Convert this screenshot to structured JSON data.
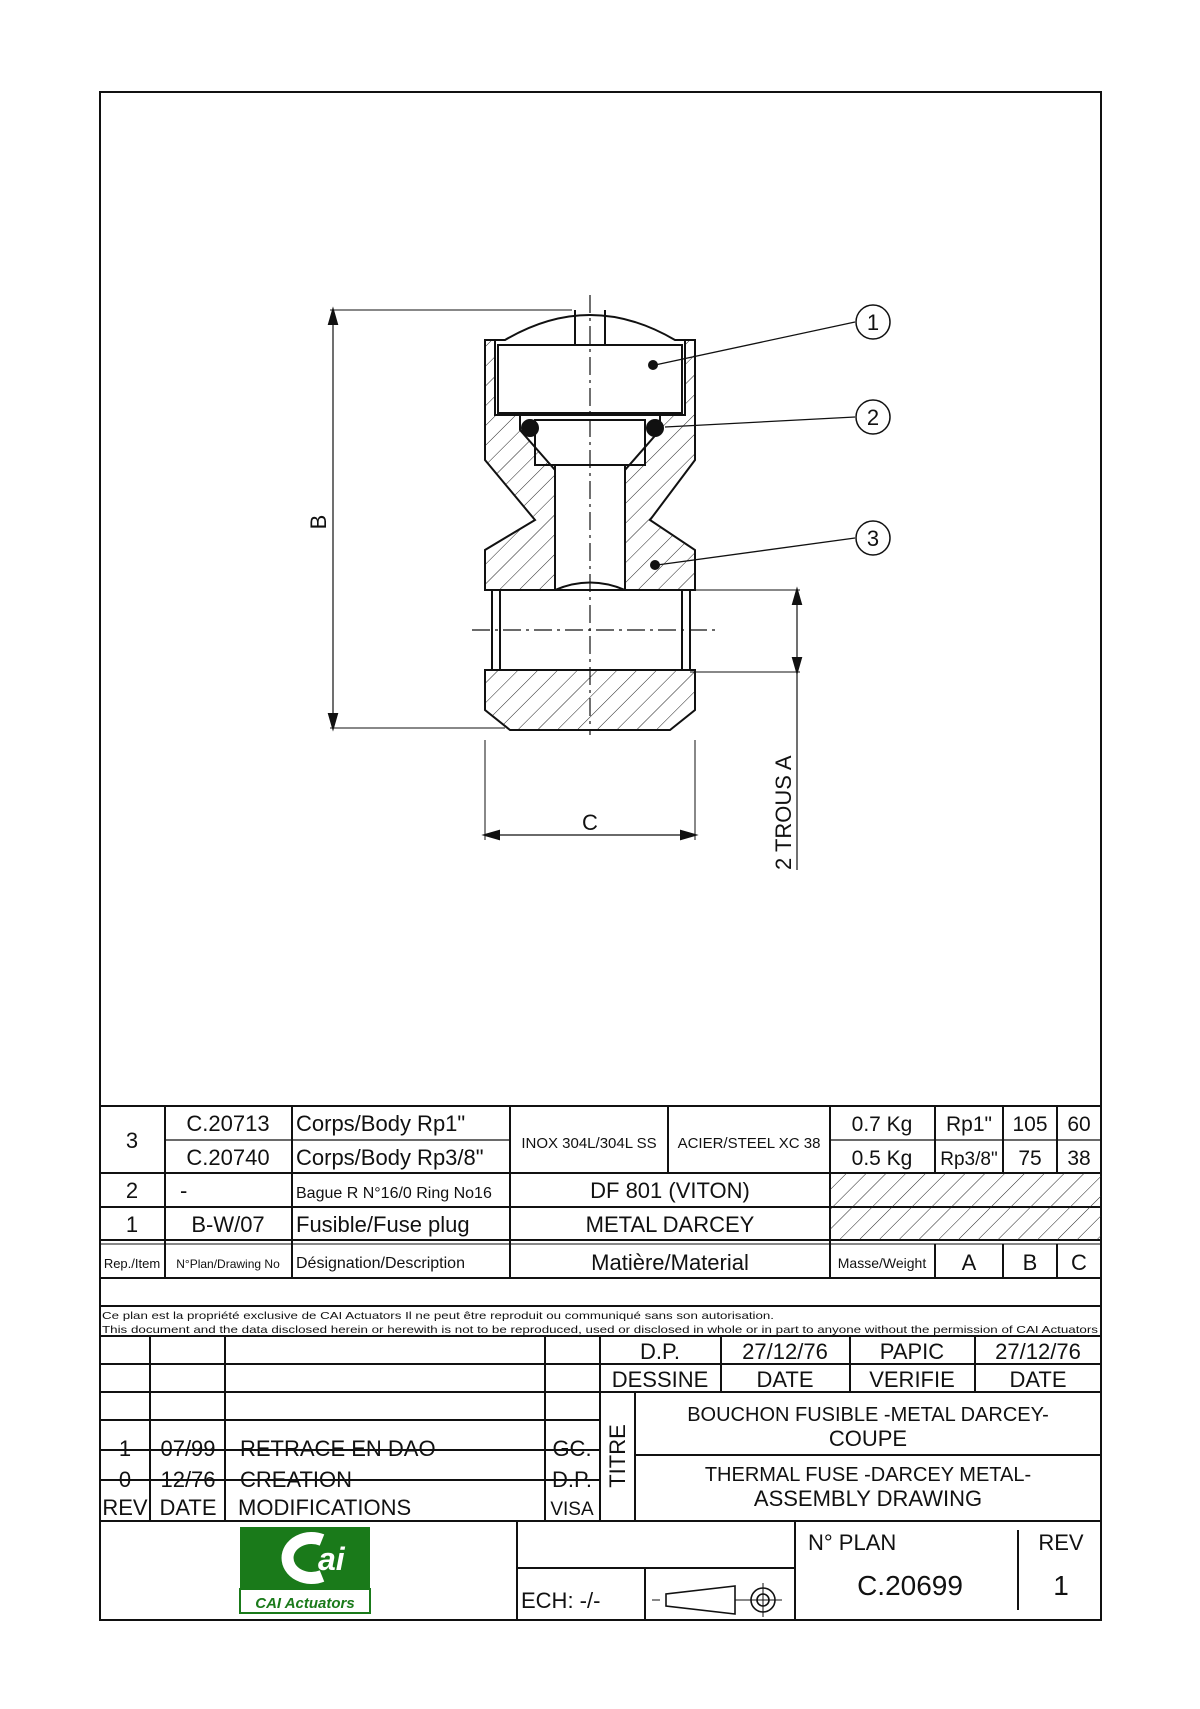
{
  "drawing": {
    "callouts": [
      "1",
      "2",
      "3"
    ],
    "dims": {
      "b": "B",
      "c": "C",
      "a": "2 TROUS A"
    }
  },
  "bom": {
    "rows": [
      {
        "rep": "3",
        "refs": [
          "C.20713",
          "C.20740"
        ],
        "designations": [
          "Corps/Body Rp1\"",
          "Corps/Body Rp3/8\""
        ],
        "material1": "INOX 304L/304L SS",
        "material2": "ACIER/STEEL XC 38",
        "masses": [
          "0.7 Kg",
          "0.5 Kg"
        ],
        "a": [
          "Rp1\"",
          "Rp3/8\""
        ],
        "b": [
          "105",
          "75"
        ],
        "c": [
          "60",
          "38"
        ]
      },
      {
        "rep": "2",
        "ref": "-",
        "designation": "Bague R N°16/0 Ring No16",
        "material": "DF 801 (VITON)"
      },
      {
        "rep": "1",
        "ref": "B-W/07",
        "designation": "Fusible/Fuse plug",
        "material": "METAL DARCEY"
      }
    ],
    "headers": {
      "rep": "Rep./Item",
      "plan": "N°Plan/Drawing No",
      "designation": "Désignation/Description",
      "material": "Matière/Material",
      "mass": "Masse/Weight",
      "a": "A",
      "b": "B",
      "c": "C"
    }
  },
  "notice": {
    "fr": "Ce plan est la propriété exclusive de CAI Actuators   Il ne peut être reproduit ou communiqué sans son autorisation.",
    "en": "This document and the data disclosed herein or herewith is not to be reproduced, used or disclosed in whole or in part to anyone without the permission of CAI Actuators"
  },
  "revisions": {
    "rows": [
      {
        "rev": "1",
        "date": "07/99",
        "mod": "RETRACE EN DAO",
        "visa": "GC."
      },
      {
        "rev": "0",
        "date": "12/76",
        "mod": "CREATION",
        "visa": "D.P."
      }
    ],
    "headers": {
      "rev": "REV",
      "date": "DATE",
      "mod": "MODIFICATIONS",
      "visa": "VISA"
    }
  },
  "signoff": {
    "drawn_by": "D.P.",
    "drawn_date": "27/12/76",
    "checked_by": "PAPIC",
    "checked_date": "27/12/76",
    "labels": {
      "drawn": "DESSINE",
      "date1": "DATE",
      "checked": "VERIFIE",
      "date2": "DATE"
    }
  },
  "title": {
    "label": "TITRE",
    "fr_line1": "BOUCHON FUSIBLE -METAL DARCEY-",
    "fr_line2": "COUPE",
    "en_line1": "THERMAL FUSE -DARCEY METAL-",
    "en_line2": "ASSEMBLY DRAWING"
  },
  "footer": {
    "logo_text": "CAI Actuators",
    "logo_mark": "ai",
    "scale": "ECH: -/-",
    "plan_label": "N° PLAN",
    "plan_no": "C.20699",
    "rev_label": "REV",
    "rev_no": "1"
  },
  "colors": {
    "logo_green": "#1a7a1a",
    "ink": "#111111"
  }
}
